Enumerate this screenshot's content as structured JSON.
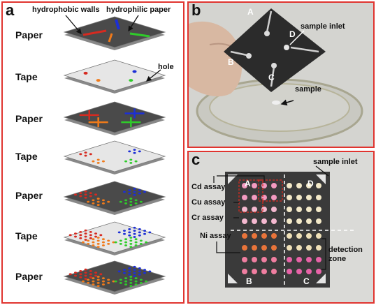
{
  "panel_a": {
    "label": "a",
    "layers": [
      "Paper",
      "Tape",
      "Paper",
      "Tape",
      "Paper",
      "Tape",
      "Paper"
    ],
    "annotations": {
      "hydrophobic": "hydrophobic walls",
      "hydrophilic": "hydrophilic paper",
      "hole": "hole"
    }
  },
  "panel_b": {
    "label": "b",
    "corner_labels": [
      "A",
      "B",
      "C",
      "D"
    ],
    "sample_inlet": "sample inlet",
    "sample": "sample"
  },
  "panel_c": {
    "label": "c",
    "sample_inlet": "sample inlet",
    "corner_labels": [
      "A",
      "D",
      "B",
      "C"
    ],
    "assays": [
      "Cd assay",
      "Cu assay",
      "Cr assay",
      "Ni assay"
    ],
    "detection_zone": "detection\nzone"
  },
  "colors": {
    "frame": "#e0342f",
    "paper": "#4a4a4a",
    "tape": "#e6e6e6",
    "red": "#d62a20",
    "blue": "#1c2fd6",
    "orange": "#f07a1a",
    "green": "#2fcc2a"
  }
}
